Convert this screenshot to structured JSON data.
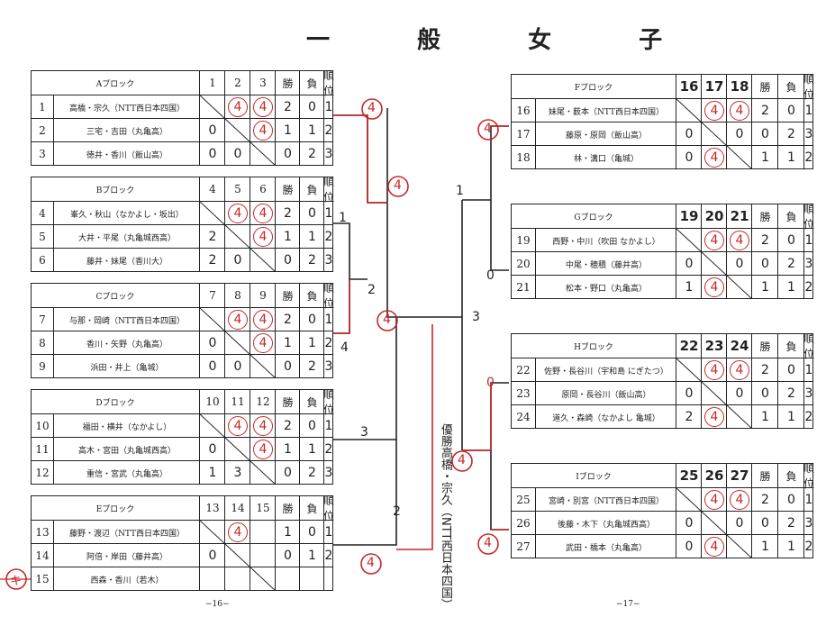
{
  "title": "一 般 女 子",
  "header_labels": {
    "wins": "勝",
    "losses": "負",
    "rank": "順位"
  },
  "left_blocks": [
    {
      "name": "Aブロック",
      "cols": [
        "1",
        "2",
        "3"
      ],
      "rows": [
        {
          "idx": "1",
          "pair": "高橋・宗久（NTT西日本四国）",
          "cells": [
            "",
            "4",
            "4"
          ],
          "w": "2",
          "l": "0",
          "r": "1"
        },
        {
          "idx": "2",
          "pair": "三宅・吉田（丸亀高）",
          "cells": [
            "0",
            "",
            "4"
          ],
          "w": "1",
          "l": "1",
          "r": "2"
        },
        {
          "idx": "3",
          "pair": "徳井・香川（飯山高）",
          "cells": [
            "0",
            "0",
            ""
          ],
          "w": "0",
          "l": "2",
          "r": "3"
        }
      ]
    },
    {
      "name": "Bブロック",
      "cols": [
        "4",
        "5",
        "6"
      ],
      "rows": [
        {
          "idx": "4",
          "pair": "峯久・秋山（なかよし・坂出）",
          "cells": [
            "",
            "4",
            "4"
          ],
          "w": "2",
          "l": "0",
          "r": "1"
        },
        {
          "idx": "5",
          "pair": "大井・平尾（丸亀城西高）",
          "cells": [
            "2",
            "",
            "4"
          ],
          "w": "1",
          "l": "1",
          "r": "2"
        },
        {
          "idx": "6",
          "pair": "藤井・妹尾（香川大）",
          "cells": [
            "2",
            "0",
            ""
          ],
          "w": "0",
          "l": "2",
          "r": "3"
        }
      ]
    },
    {
      "name": "Cブロック",
      "cols": [
        "7",
        "8",
        "9"
      ],
      "rows": [
        {
          "idx": "7",
          "pair": "与那・岡崎（NTT西日本四国）",
          "cells": [
            "",
            "4",
            "4"
          ],
          "w": "2",
          "l": "0",
          "r": "1"
        },
        {
          "idx": "8",
          "pair": "香川・矢野（丸亀高）",
          "cells": [
            "0",
            "",
            "4"
          ],
          "w": "1",
          "l": "1",
          "r": "2"
        },
        {
          "idx": "9",
          "pair": "浜田・井上（亀城）",
          "cells": [
            "0",
            "0",
            ""
          ],
          "w": "0",
          "l": "2",
          "r": "3"
        }
      ]
    },
    {
      "name": "Dブロック",
      "cols": [
        "10",
        "11",
        "12"
      ],
      "rows": [
        {
          "idx": "10",
          "pair": "福田・横井（なかよし）",
          "cells": [
            "",
            "4",
            "4"
          ],
          "w": "2",
          "l": "0",
          "r": "1"
        },
        {
          "idx": "11",
          "pair": "高木・宮田（丸亀城西高）",
          "cells": [
            "0",
            "",
            "4"
          ],
          "w": "1",
          "l": "1",
          "r": "2"
        },
        {
          "idx": "12",
          "pair": "重信・宮武（丸亀高）",
          "cells": [
            "1",
            "3",
            ""
          ],
          "w": "0",
          "l": "2",
          "r": "3"
        }
      ]
    },
    {
      "name": "Eブロック",
      "cols": [
        "13",
        "14",
        "15"
      ],
      "rows": [
        {
          "idx": "13",
          "pair": "藤野・渡辺（NTT西日本四国）",
          "cells": [
            "",
            "4",
            ""
          ],
          "w": "1",
          "l": "0",
          "r": "1"
        },
        {
          "idx": "14",
          "pair": "阿倍・岸田（藤井高）",
          "cells": [
            "0",
            "",
            ""
          ],
          "w": "0",
          "l": "1",
          "r": "2"
        },
        {
          "idx": "15",
          "pair": "西森・香川（若木）",
          "cells": [
            "",
            "",
            ""
          ],
          "w": "",
          "l": "",
          "r": ""
        }
      ]
    }
  ],
  "right_blocks": [
    {
      "name": "Fブロック",
      "cols": [
        "16",
        "17",
        "18"
      ],
      "rows": [
        {
          "idx": "16",
          "pair": "妹尾・薮本（NTT西日本四国）",
          "cells": [
            "",
            "4",
            "4"
          ],
          "w": "2",
          "l": "0",
          "r": "1"
        },
        {
          "idx": "17",
          "pair": "藤原・原岡（飯山高）",
          "cells": [
            "0",
            "",
            "0"
          ],
          "w": "0",
          "l": "2",
          "r": "3"
        },
        {
          "idx": "18",
          "pair": "林・溝口（亀城）",
          "cells": [
            "0",
            "4",
            ""
          ],
          "w": "1",
          "l": "1",
          "r": "2"
        }
      ]
    },
    {
      "name": "Gブロック",
      "cols": [
        "19",
        "20",
        "21"
      ],
      "rows": [
        {
          "idx": "19",
          "pair": "西野・中川（吹田 なかよし）",
          "cells": [
            "",
            "4",
            "4"
          ],
          "w": "2",
          "l": "0",
          "r": "1"
        },
        {
          "idx": "20",
          "pair": "中尾・穂積（藤井高）",
          "cells": [
            "0",
            "",
            "0"
          ],
          "w": "0",
          "l": "2",
          "r": "3"
        },
        {
          "idx": "21",
          "pair": "松本・野口（丸亀高）",
          "cells": [
            "1",
            "4",
            ""
          ],
          "w": "1",
          "l": "1",
          "r": "2"
        }
      ]
    },
    {
      "name": "Hブロック",
      "cols": [
        "22",
        "23",
        "24"
      ],
      "rows": [
        {
          "idx": "22",
          "pair": "佐野・長谷川（宇和島 にぎたつ）",
          "cells": [
            "",
            "4",
            "4"
          ],
          "w": "2",
          "l": "0",
          "r": "1"
        },
        {
          "idx": "23",
          "pair": "原岡・長谷川（飯山高）",
          "cells": [
            "0",
            "",
            "0"
          ],
          "w": "0",
          "l": "2",
          "r": "3"
        },
        {
          "idx": "24",
          "pair": "道久・森崎（なかよし 亀城）",
          "cells": [
            "2",
            "4",
            ""
          ],
          "w": "1",
          "l": "1",
          "r": "2"
        }
      ]
    },
    {
      "name": "Iブロック",
      "cols": [
        "25",
        "26",
        "27"
      ],
      "rows": [
        {
          "idx": "25",
          "pair": "宮崎・別宮（NTT西日本四国）",
          "cells": [
            "",
            "4",
            "4"
          ],
          "w": "2",
          "l": "0",
          "r": "1"
        },
        {
          "idx": "26",
          "pair": "後藤・木下（丸亀城西高）",
          "cells": [
            "0",
            "",
            "0"
          ],
          "w": "0",
          "l": "2",
          "r": "3"
        },
        {
          "idx": "27",
          "pair": "武田・橋本（丸亀高）",
          "cells": [
            "0",
            "4",
            ""
          ],
          "w": "1",
          "l": "1",
          "r": "2"
        }
      ]
    }
  ],
  "bracket_scores": {
    "a_top": "4",
    "ab_semi": "4",
    "b_right": "1",
    "c_mid": "2",
    "c_right": "4",
    "center_left": "4",
    "center_right": "3",
    "d_right": "3",
    "e_right": "2",
    "e_final": "4",
    "f_left": "4",
    "f_semi": "1",
    "g_left": "0",
    "h_left": "0",
    "hi_semi": "4",
    "i_left": "4",
    "ki_mark": "キ"
  },
  "winner_note": "優勝高橋・宗久（NTT西日本四国）",
  "page_numbers": {
    "left": "−16−",
    "right": "−17−"
  }
}
